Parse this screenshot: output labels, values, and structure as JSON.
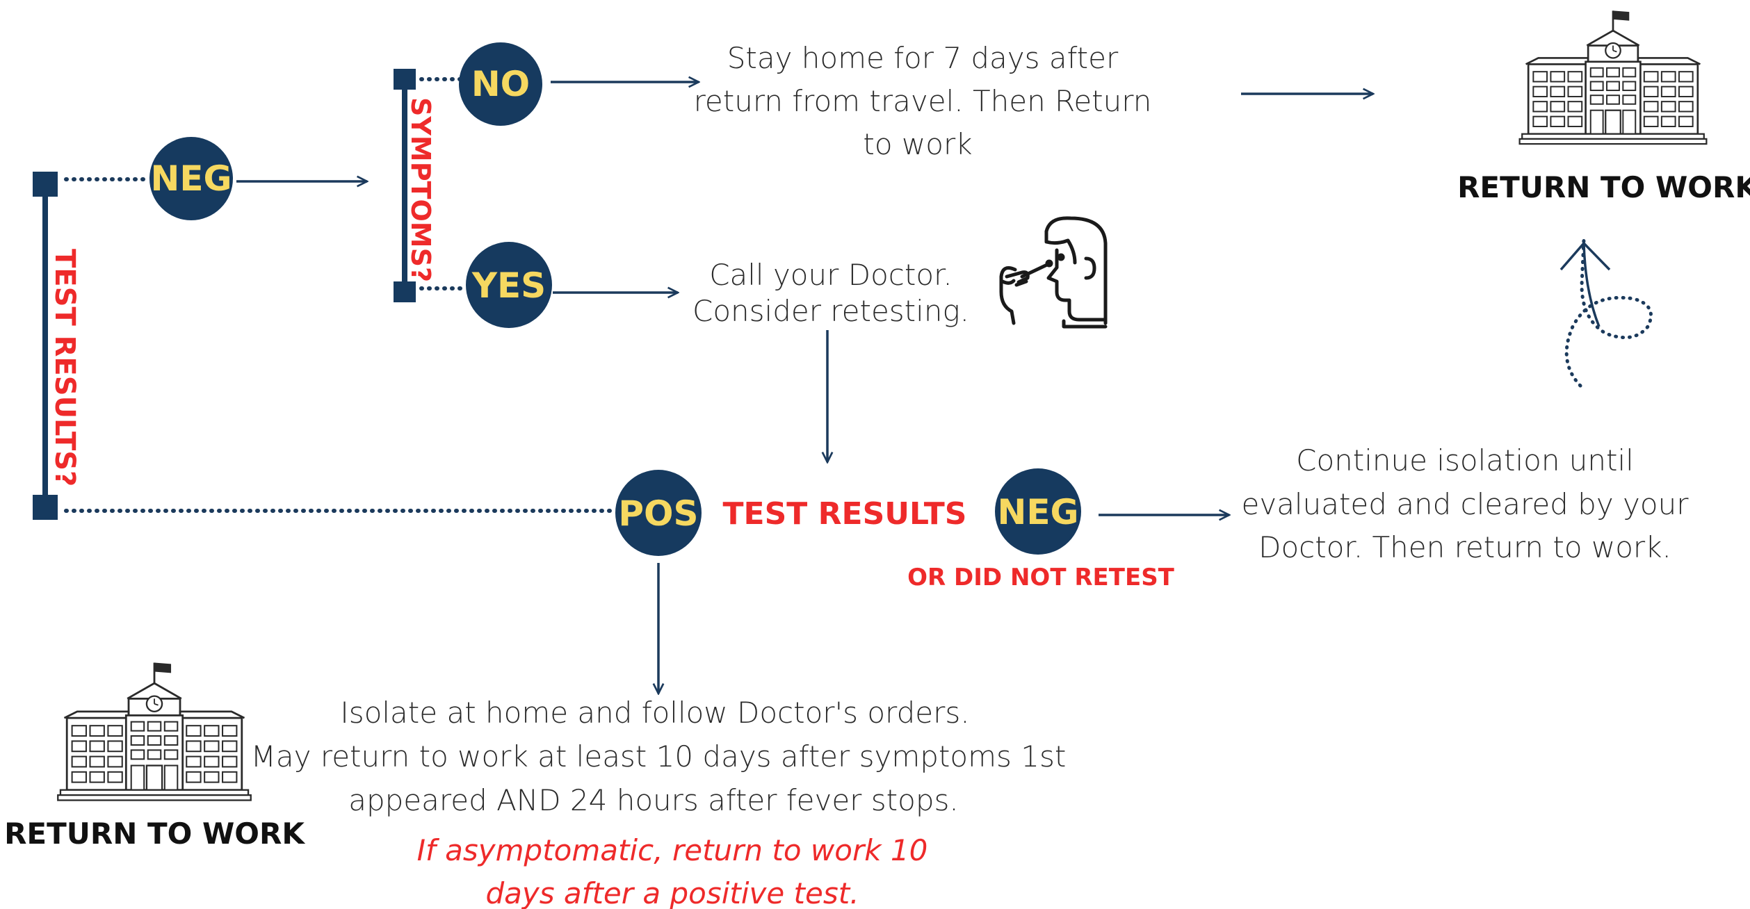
{
  "colors": {
    "navy": "#163a5f",
    "arrow": "#1b3a5c",
    "circle_text": "#f6d860",
    "red": "#ee2a2a",
    "text": "#2b2b2b"
  },
  "icons": {
    "building": "school-building-icon",
    "person": "nasal-swab-test-icon",
    "curved_arrow": "curved-dotted-arrow-icon"
  },
  "labels": {
    "test_results_vertical": "TEST RESULTS?",
    "symptoms_vertical": "SYMPTOMS?",
    "test_results_center": "TEST RESULTS",
    "or_did_not_retest": "OR DID NOT RETEST",
    "return_to_work_right": "RETURN TO WORK",
    "return_to_work_left": "RETURN TO WORK"
  },
  "circles": {
    "neg_top": "NEG",
    "no": "NO",
    "yes": "YES",
    "pos": "POS",
    "neg_bottom": "NEG"
  },
  "texts": {
    "stay_home": [
      "Stay home for 7 days after",
      "return from travel. Then Return",
      "to work"
    ],
    "call_doctor": [
      "Call your Doctor.",
      "Consider retesting."
    ],
    "continue_isolation": [
      "Continue isolation until",
      "evaluated and cleared by your",
      "Doctor. Then return to work."
    ],
    "isolate_home": [
      "Isolate at home and follow Doctor's orders.",
      "May return to work at least 10 days after symptoms 1st",
      "appeared AND 24 hours after fever stops."
    ],
    "asymptomatic": [
      "If asymptomatic, return to work 10",
      "days after a positive test."
    ]
  }
}
